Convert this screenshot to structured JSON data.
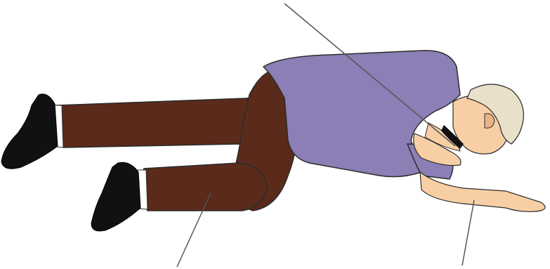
{
  "figure": {
    "subject": "recovery-position",
    "colors": {
      "background": "#ffffff",
      "shirt": "#8b7fb6",
      "shirt_shadow": "#6e639b",
      "trousers": "#5a2a1a",
      "trousers_shadow": "#42190f",
      "shoes": "#111111",
      "socks": "#ffffff",
      "skin": "#f8cfa5",
      "skin_shadow": "#e8b487",
      "hair": "#e9e0c9",
      "hair_shadow": "#cfc3a3",
      "outline": "#2b2b2b",
      "leader_line": "#555555"
    },
    "callouts": [
      {
        "id": "airway",
        "target": "head-tilted-back"
      },
      {
        "id": "bent-knee",
        "target": "upper-leg"
      },
      {
        "id": "hand-under-cheek",
        "target": "lower-arm"
      }
    ]
  }
}
